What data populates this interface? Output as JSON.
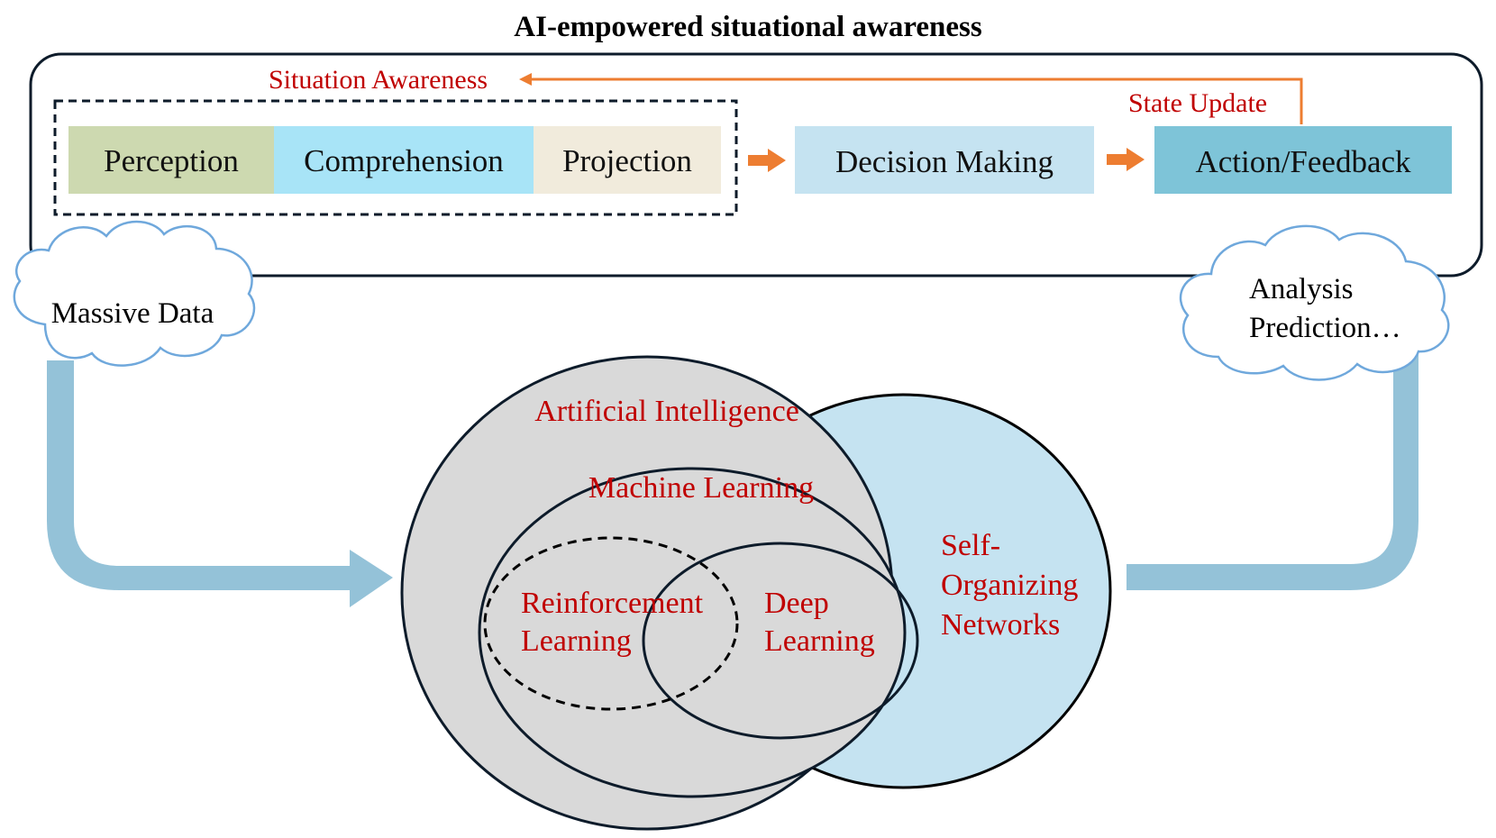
{
  "title": "AI-empowered situational awareness",
  "colors": {
    "accent_red": "#c00000",
    "arrow_orange": "#ed7d31",
    "big_arrow_blue": "#8ebfd6",
    "cloud_stroke": "#6fa8dc",
    "perception_fill": "#cdd9b0",
    "comprehension_fill": "#a8e4f7",
    "projection_fill": "#f1ebdc",
    "decision_fill": "#c5e3f1",
    "action_fill": "#7ec4d8",
    "ai_circle_fill": "#d9d9d9",
    "son_circle_fill": "#c5e3f1"
  },
  "situation_awareness_group": {
    "label": "Situation Awareness",
    "stages": [
      {
        "id": "perception",
        "label": "Perception"
      },
      {
        "id": "comprehension",
        "label": "Comprehension"
      },
      {
        "id": "projection",
        "label": "Projection"
      }
    ]
  },
  "decision_making": {
    "label": "Decision Making"
  },
  "action_feedback": {
    "label": "Action/Feedback"
  },
  "state_update": {
    "label": "State Update"
  },
  "clouds": {
    "input": {
      "label": "Massive Data"
    },
    "output": {
      "line1": "Analysis",
      "line2": "Prediction…"
    }
  },
  "venn": {
    "artificial_intelligence": "Artificial Intelligence",
    "machine_learning": "Machine Learning",
    "reinforcement_learning": {
      "line1": "Reinforcement",
      "line2": "Learning"
    },
    "deep_learning": {
      "line1": "Deep",
      "line2": "Learning"
    },
    "self_organizing_networks": {
      "line1": "Self-",
      "line2": "Organizing",
      "line3": "Networks"
    }
  }
}
